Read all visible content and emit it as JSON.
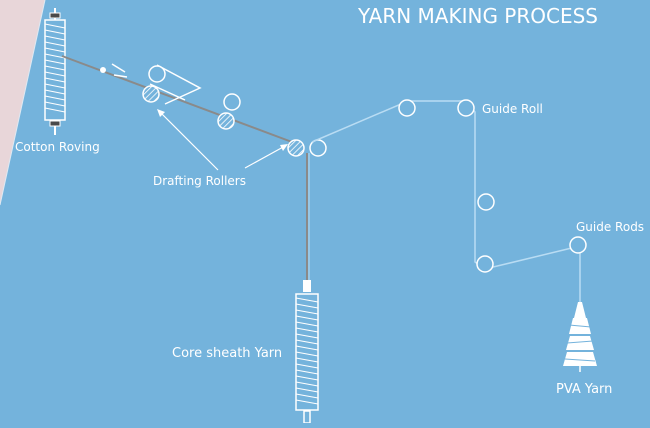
{
  "title": "YARN MAKING PROCESS",
  "labels": {
    "cotton_roving": "Cotton Roving",
    "drafting_rollers": "Drafting Rollers",
    "core_sheath_yarn": "Core sheath Yarn",
    "guide_roll": "Guide Roll",
    "guide_rods": "Guide Rods",
    "pva_yarn": "PVA Yarn"
  },
  "colors": {
    "background": "#74b3dc",
    "corner_panel": "#e8d6d9",
    "line": "#ffffff",
    "cotton_strand": "#8a8a8a",
    "pva_strand": "#b9dcf3",
    "bobbin": "#4a4a4a"
  }
}
